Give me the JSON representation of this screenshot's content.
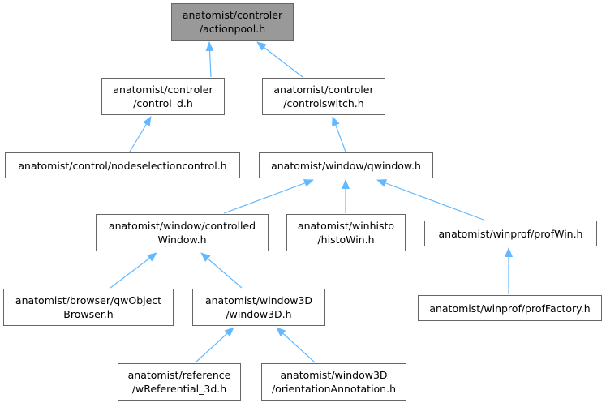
{
  "colors": {
    "edge": "#63b8ff",
    "node_border": "#666666",
    "root_fill": "#999999",
    "node_fill": "#ffffff"
  },
  "nodes": {
    "actionpool": [
      "anatomist/controler",
      "/actionpool.h"
    ],
    "control_d": [
      "anatomist/controler",
      "/control_d.h"
    ],
    "controlswitch": [
      "anatomist/controler",
      "/controlswitch.h"
    ],
    "nodeselectioncontrol": [
      "anatomist/control/nodeselectioncontrol.h"
    ],
    "qwindow": [
      "anatomist/window/qwindow.h"
    ],
    "controlledwindow": [
      "anatomist/window/controlled",
      "Window.h"
    ],
    "histowin": [
      "anatomist/winhisto",
      "/histoWin.h"
    ],
    "profwin": [
      "anatomist/winprof/profWin.h"
    ],
    "qwobjectbrowser": [
      "anatomist/browser/qwObject",
      "Browser.h"
    ],
    "window3d": [
      "anatomist/window3D",
      "/window3D.h"
    ],
    "proffactory": [
      "anatomist/winprof/profFactory.h"
    ],
    "wreferential": [
      "anatomist/reference",
      "/wReferential_3d.h"
    ],
    "orientationannotation": [
      "anatomist/window3D",
      "/orientationAnnotation.h"
    ]
  }
}
